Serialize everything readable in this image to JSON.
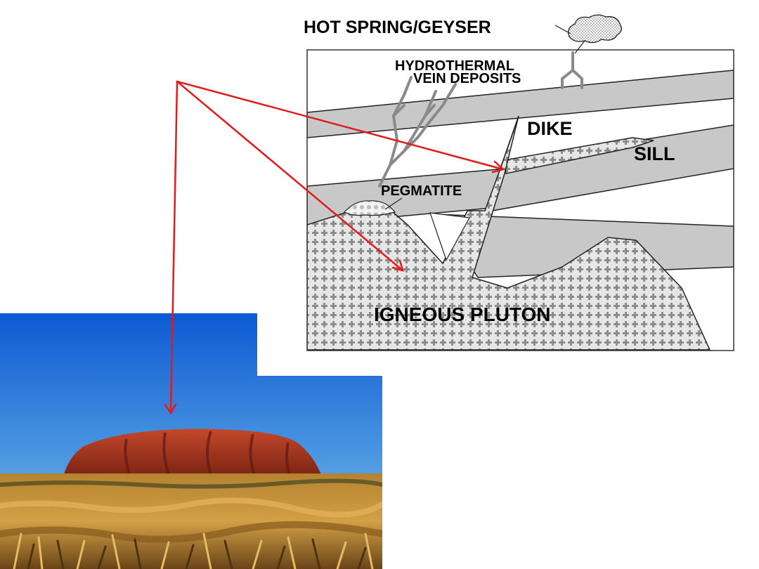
{
  "diagram": {
    "labels": {
      "hot_spring": "HOT SPRING/GEYSER",
      "hydrothermal_1": "HYDROTHERMAL",
      "hydrothermal_2": "VEIN DEPOSITS",
      "dike": "DIKE",
      "sill": "SILL",
      "pegmatite": "PEGMATITE",
      "pluton": "IGNEOUS PLUTON"
    },
    "colors": {
      "strata": "#c8c8c8",
      "outline": "#222222",
      "pluton_fill": "#e6e6e6",
      "plus_mark": "#8c8c8c",
      "vein": "#8a8a8a"
    }
  },
  "arrows": {
    "color": "#e01b1b",
    "targets": [
      "sill",
      "igneous-pluton",
      "photo-monolith"
    ]
  },
  "photo": {
    "subject": "red rock monolith in desert grassland",
    "colors": {
      "sky_top": "#0c5ad4",
      "sky_bottom": "#7ec7ea",
      "rock": "#a8371f",
      "rock_shadow": "#5e1a10",
      "grass": "#b07a28",
      "grass_light": "#d9a84a",
      "grass_dark": "#5a3a14"
    }
  }
}
